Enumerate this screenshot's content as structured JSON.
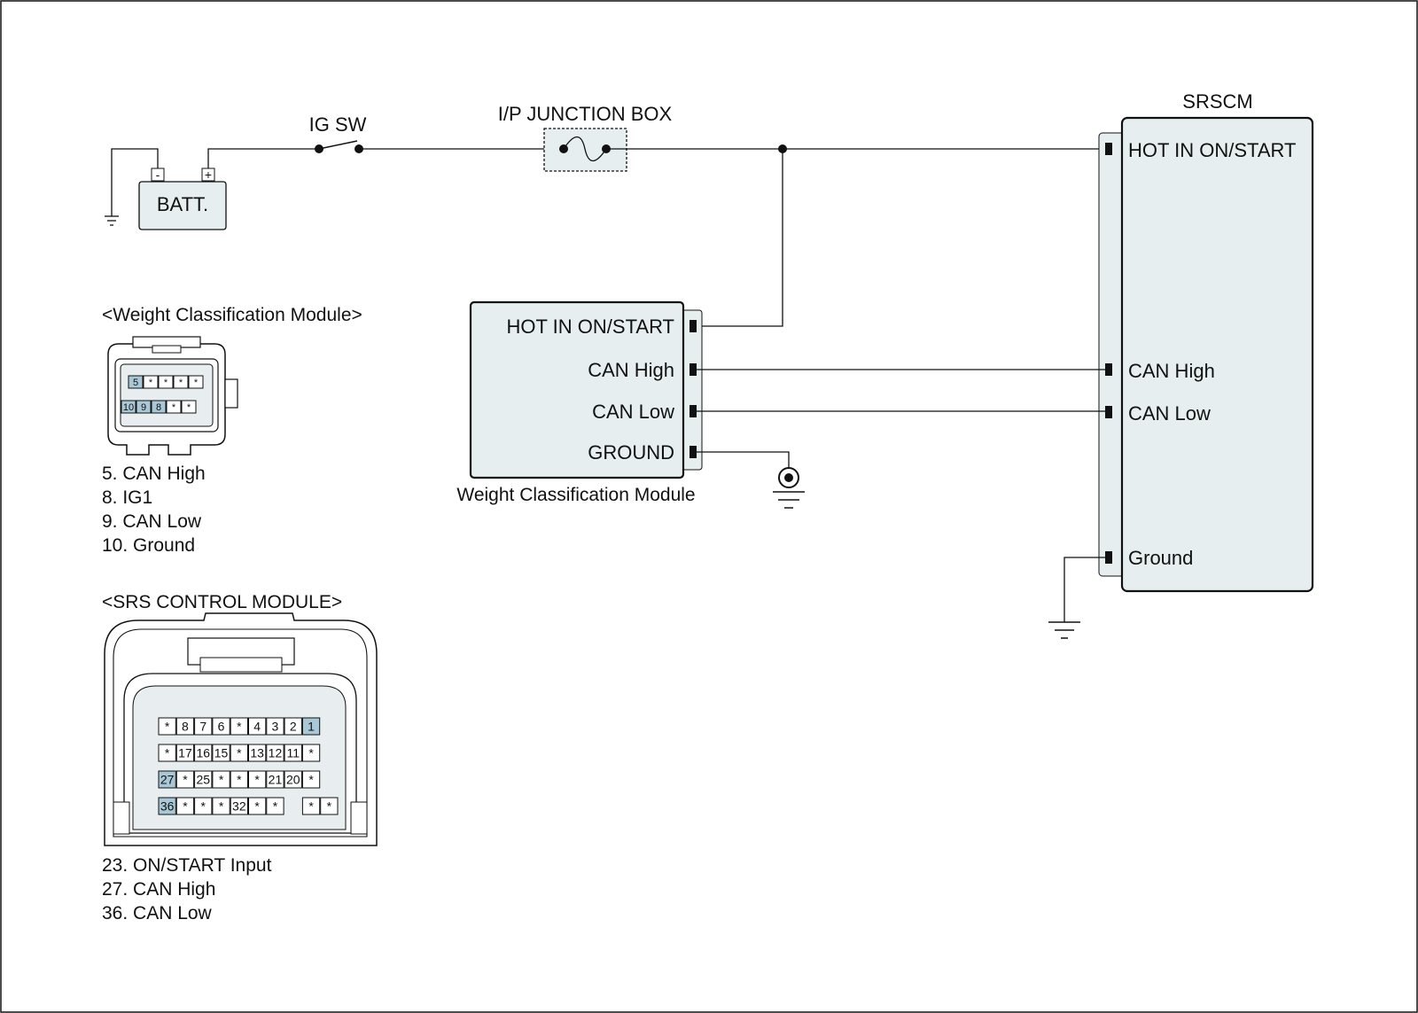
{
  "diagram": {
    "battery": {
      "label": "BATT.",
      "neg": "-",
      "pos": "+"
    },
    "ig_switch": {
      "label": "IG SW"
    },
    "junction_box": {
      "label": "I/P JUNCTION BOX"
    },
    "srscm": {
      "title": "SRSCM",
      "pins": [
        "HOT IN ON/START",
        "CAN High",
        "CAN Low",
        "Ground"
      ]
    },
    "wcm": {
      "caption": "Weight Classification Module",
      "pins": [
        "HOT IN ON/START",
        "CAN High",
        "CAN Low",
        "GROUND"
      ]
    }
  },
  "wcm_connector": {
    "title": "<Weight Classification Module>",
    "row1": [
      "5",
      "*",
      "*",
      "*",
      "*"
    ],
    "row2": [
      "10",
      "9",
      "8",
      "*",
      "*"
    ],
    "highlighted": [
      "5",
      "10",
      "9",
      "8"
    ],
    "legend": [
      "5. CAN High",
      "8. IG1",
      "9. CAN Low",
      "10. Ground"
    ]
  },
  "srs_connector": {
    "title": "<SRS CONTROL MODULE>",
    "rows": [
      [
        "*",
        "8",
        "7",
        "6",
        "*",
        "4",
        "3",
        "2",
        "1"
      ],
      [
        "*",
        "17",
        "16",
        "15",
        "*",
        "13",
        "12",
        "11",
        "*"
      ],
      [
        "27",
        "*",
        "25",
        "*",
        "*",
        "*",
        "21",
        "20",
        "*"
      ],
      [
        "36",
        "*",
        "*",
        "*",
        "32",
        "*",
        "*",
        "",
        "*",
        "*"
      ]
    ],
    "highlighted": [
      "1",
      "27",
      "36"
    ],
    "legend": [
      "23. ON/START Input",
      "27. CAN High",
      "36. CAN Low"
    ]
  }
}
